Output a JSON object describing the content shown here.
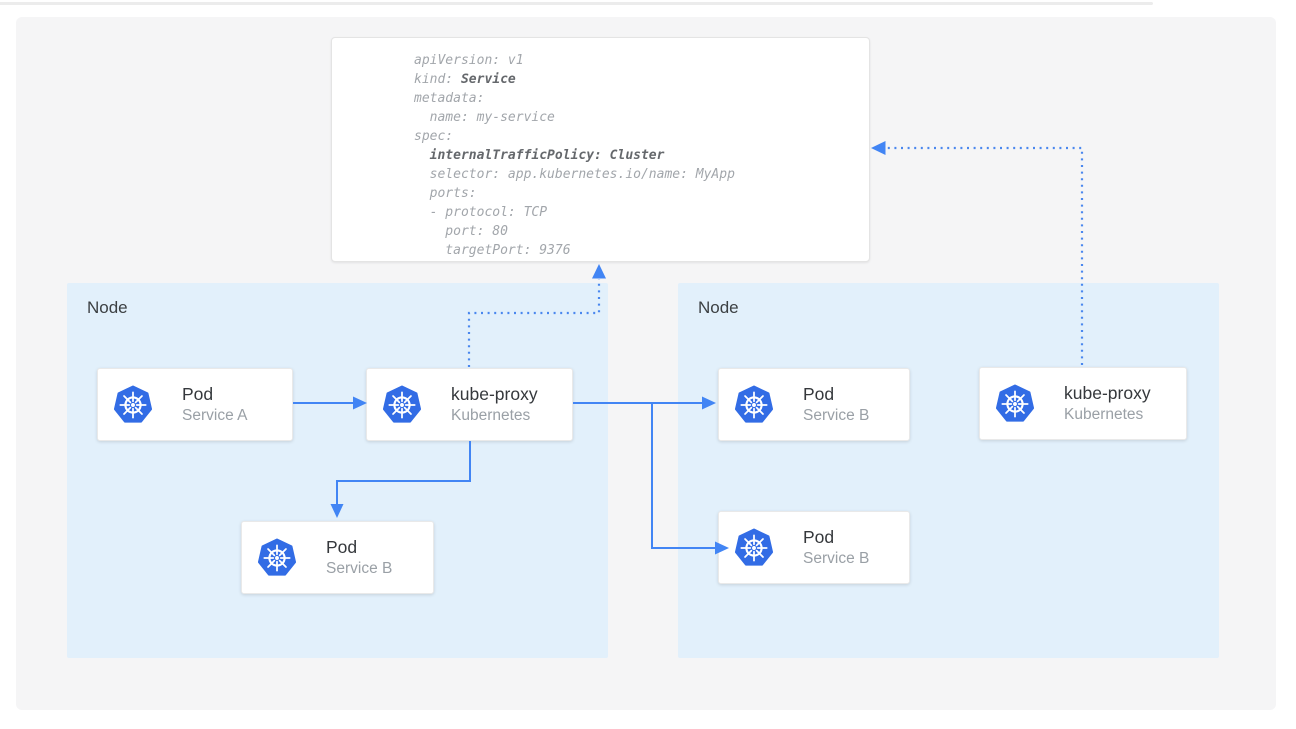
{
  "colors": {
    "accent_blue": "#4285f4",
    "kubernetes_blue": "#326ce5",
    "node_panel_blue": "#e2f0fb",
    "canvas_gray": "#f5f5f6",
    "card_white": "#ffffff",
    "yaml_text_gray": "#a2a6ab",
    "yaml_bold_gray": "#65686c"
  },
  "icons": {
    "card_logo": "kubernetes-logo"
  },
  "yaml_card": {
    "lines": [
      {
        "pre": "apiVersion: v1",
        "bold": ""
      },
      {
        "pre": "kind: ",
        "bold": "Service"
      },
      {
        "pre": "metadata:",
        "bold": ""
      },
      {
        "pre": "  name: my-service",
        "bold": ""
      },
      {
        "pre": "spec:",
        "bold": ""
      },
      {
        "pre": "  ",
        "bold": "internalTrafficPolicy: Cluster"
      },
      {
        "pre": "  selector: app.kubernetes.io/name: MyApp",
        "bold": ""
      },
      {
        "pre": "  ports:",
        "bold": ""
      },
      {
        "pre": "  - protocol: TCP",
        "bold": ""
      },
      {
        "pre": "    port: 80",
        "bold": ""
      },
      {
        "pre": "    targetPort: 9376",
        "bold": ""
      }
    ]
  },
  "nodes": [
    {
      "label": "Node"
    },
    {
      "label": "Node"
    }
  ],
  "cards": [
    {
      "title": "Pod",
      "subtitle": "Service A"
    },
    {
      "title": "kube-proxy",
      "subtitle": "Kubernetes"
    },
    {
      "title": "Pod",
      "subtitle": "Service B"
    },
    {
      "title": "Pod",
      "subtitle": "Service B"
    },
    {
      "title": "Pod",
      "subtitle": "Service B"
    },
    {
      "title": "kube-proxy",
      "subtitle": "Kubernetes"
    }
  ]
}
